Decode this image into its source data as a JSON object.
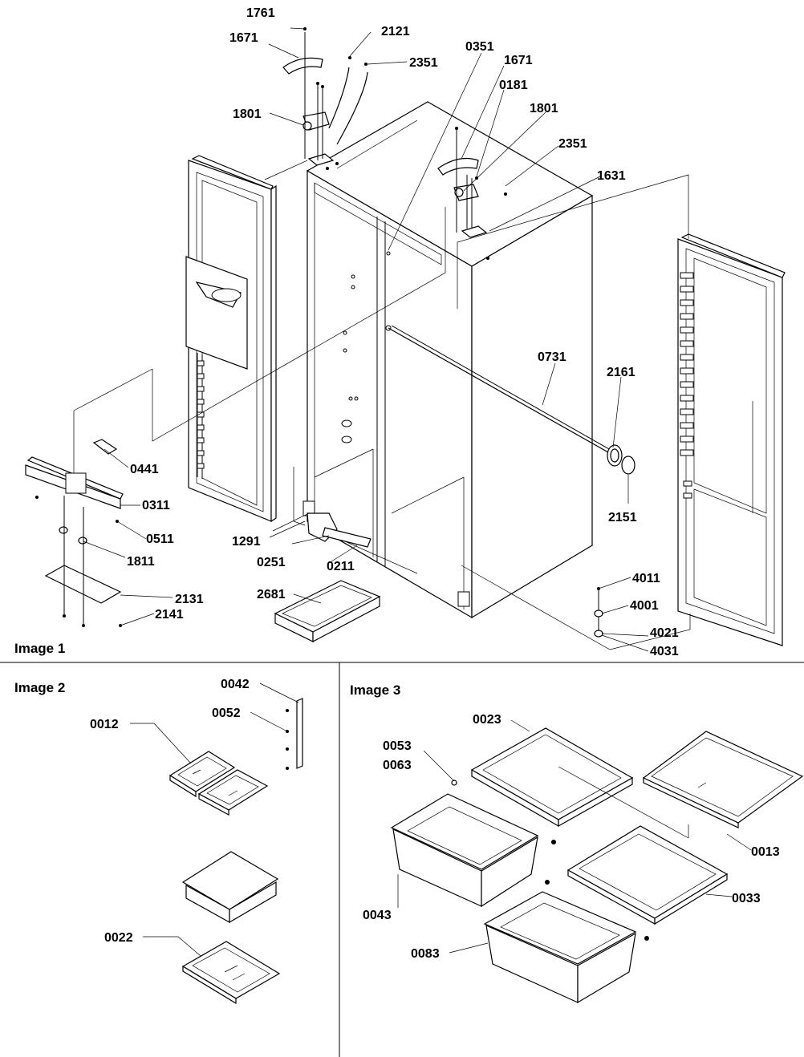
{
  "sections": [
    {
      "title": "Image 1"
    },
    {
      "title": "Image 2"
    },
    {
      "title": "Image 3"
    }
  ],
  "callouts": {
    "c1761": "1761",
    "c1671a": "1671",
    "c2121": "2121",
    "c2351a": "2351",
    "c1801a": "1801",
    "c0351": "0351",
    "c1671b": "1671",
    "c0181": "0181",
    "c1801b": "1801",
    "c2351b": "2351",
    "c1631": "1631",
    "c0731": "0731",
    "c2161": "2161",
    "c2151": "2151",
    "c0441": "0441",
    "c0311": "0311",
    "c0511": "0511",
    "c1811": "1811",
    "c1291": "1291",
    "c0251": "0251",
    "c0211": "0211",
    "c2131": "2131",
    "c2141": "2141",
    "c2681": "2681",
    "c4011": "4011",
    "c4001": "4001",
    "c4021": "4021",
    "c4031": "4031",
    "c0042": "0042",
    "c0052": "0052",
    "c0012": "0012",
    "c0022": "0022",
    "c0023": "0023",
    "c0053": "0053",
    "c0063": "0063",
    "c0013": "0013",
    "c0043": "0043",
    "c0033": "0033",
    "c0083": "0083"
  }
}
